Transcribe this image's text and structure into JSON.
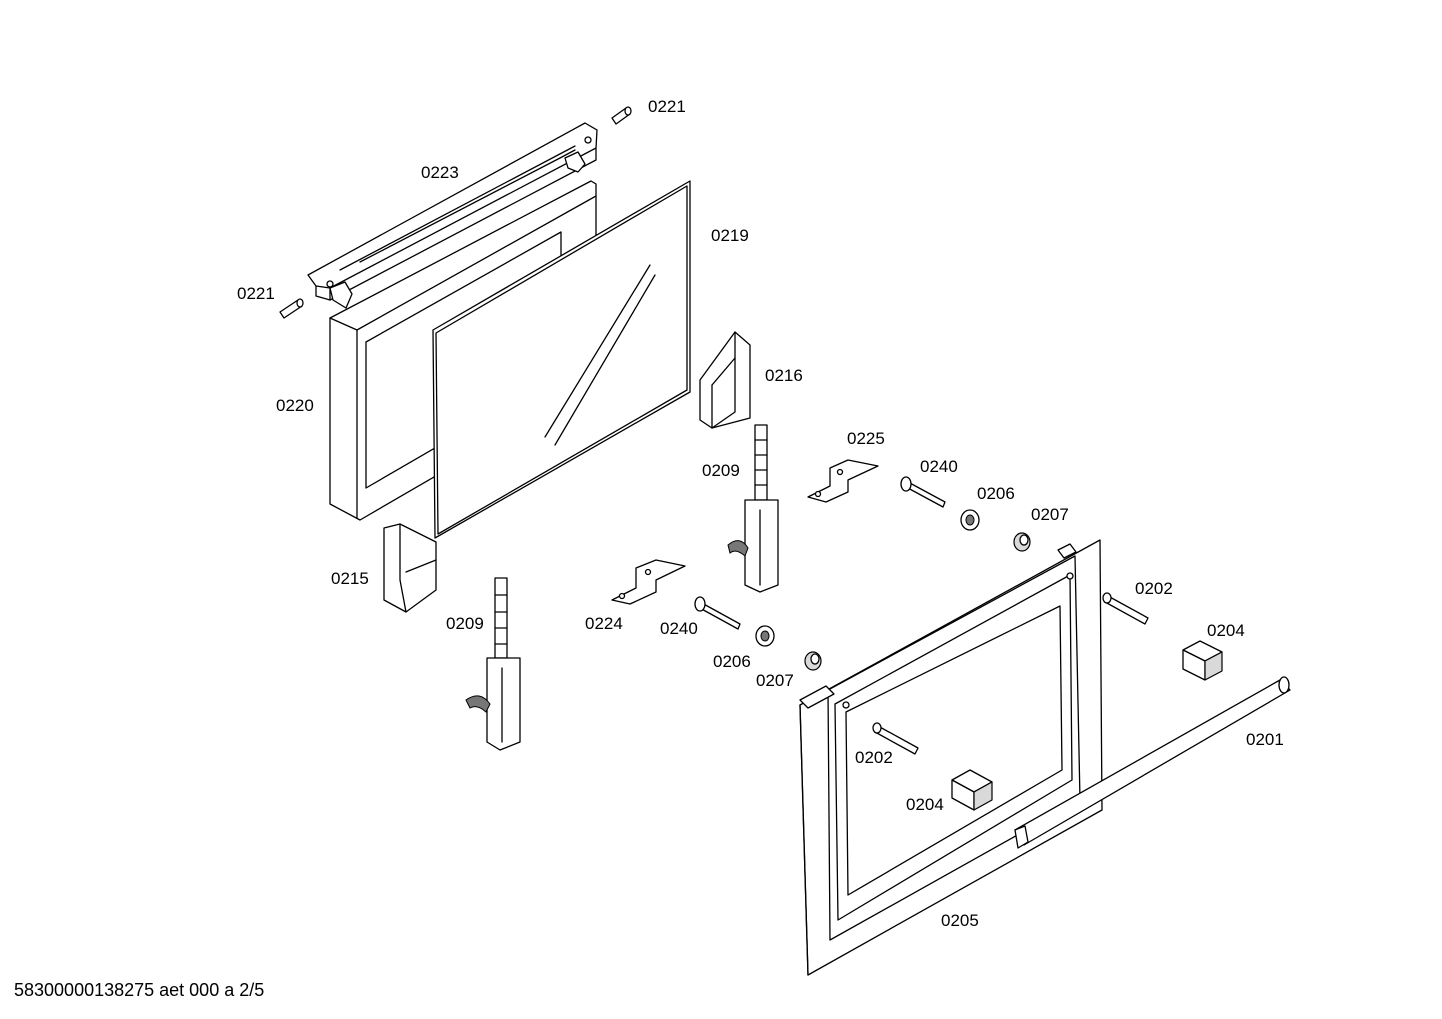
{
  "diagram": {
    "labels": {
      "p0221a": "0221",
      "p0223": "0223",
      "p0219": "0219",
      "p0221b": "0221",
      "p0220": "0220",
      "p0216": "0216",
      "p0225": "0225",
      "p0209a": "0209",
      "p0240a": "0240",
      "p0206a": "0206",
      "p0207a": "0207",
      "p0215": "0215",
      "p0209b": "0209",
      "p0224": "0224",
      "p0240b": "0240",
      "p0206b": "0206",
      "p0207b": "0207",
      "p0202a": "0202",
      "p0204a": "0204",
      "p0201": "0201",
      "p0202b": "0202",
      "p0204b": "0204",
      "p0205": "0205"
    },
    "footer": "58300000138275 aet 000 a 2/5"
  }
}
